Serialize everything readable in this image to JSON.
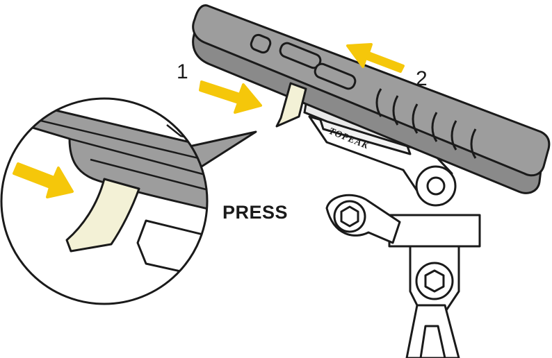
{
  "labels": {
    "step_one": "1",
    "step_two": "2",
    "press": "PRESS",
    "brand": "TOPEAK"
  },
  "colors": {
    "arrow": "#f5c70a",
    "device_body": "#9d9d9d",
    "device_dark": "#8a8a8a",
    "lever": "#f3f1d6",
    "outline": "#1a1a1a",
    "mount": "#ffffff"
  },
  "icons": {
    "arrow_step_one": "arrow-right-down-icon",
    "arrow_step_two": "arrow-left-up-icon",
    "arrow_press": "arrow-right-down-icon"
  }
}
